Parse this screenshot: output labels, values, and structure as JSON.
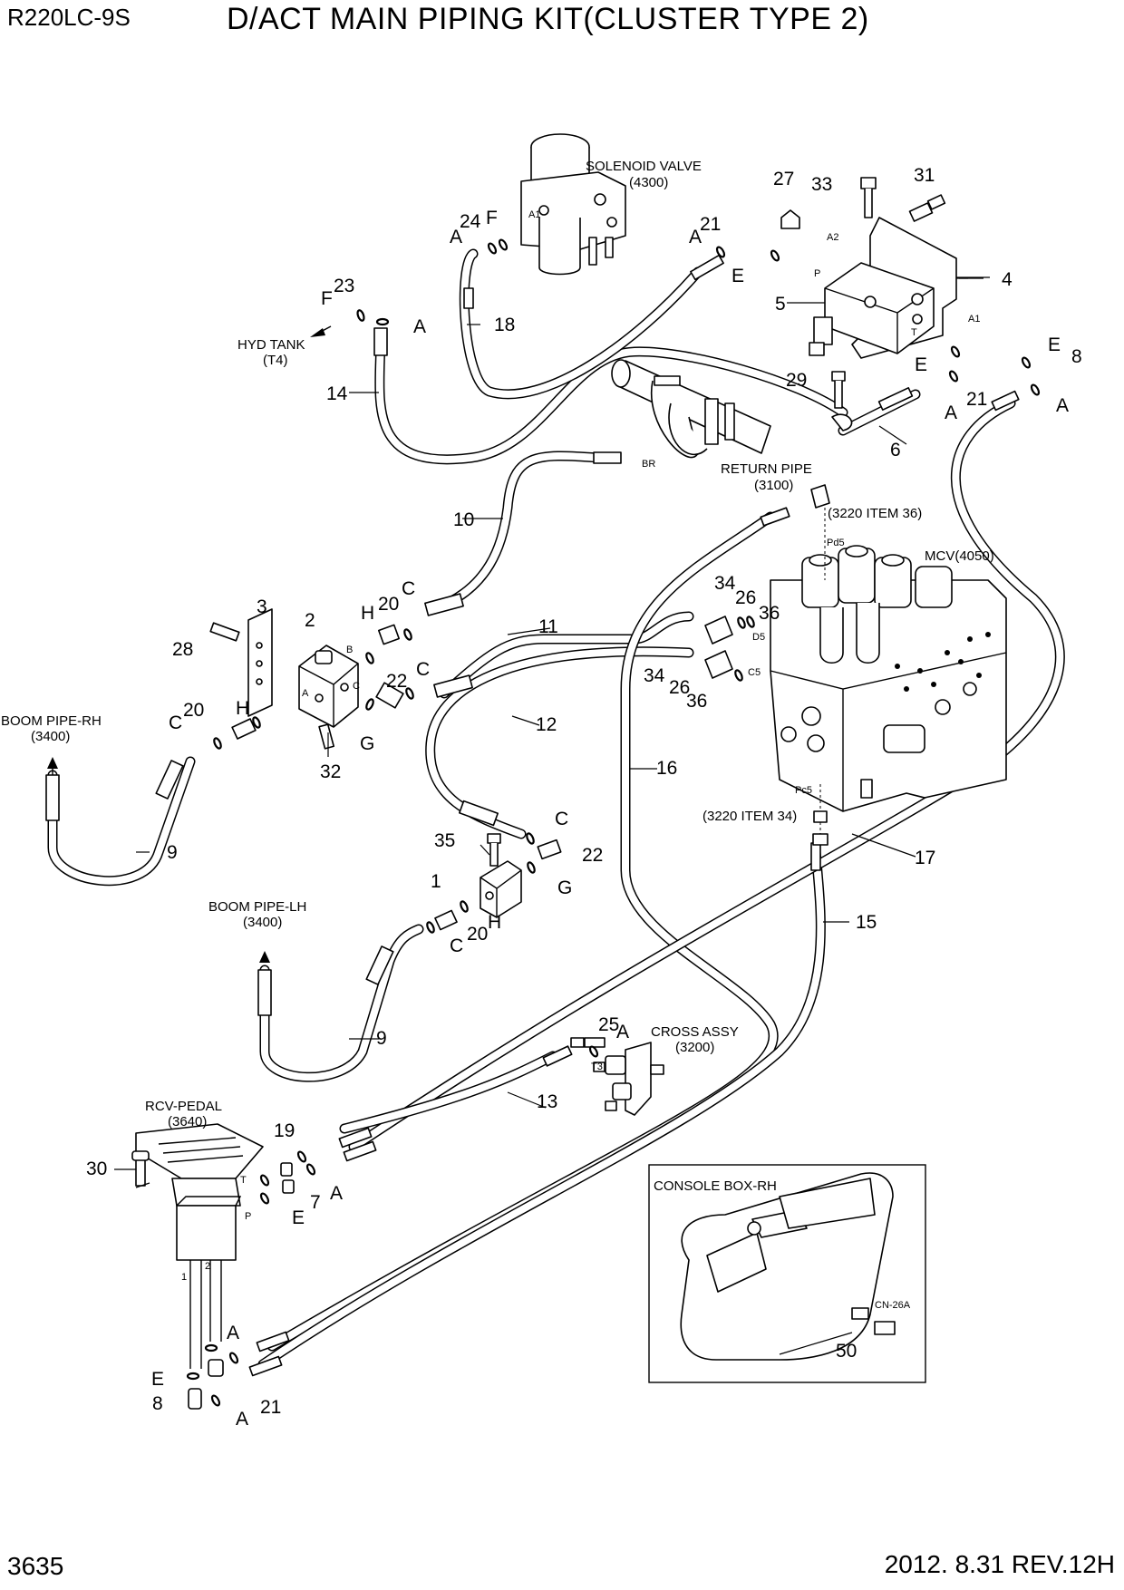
{
  "header": {
    "model": "R220LC-9S",
    "title": "D/ACT MAIN PIPING KIT(CLUSTER TYPE 2)"
  },
  "footer": {
    "page_number": "3635",
    "revision": "2012. 8.31  REV.12H"
  },
  "components": {
    "solenoid_valve": "SOLENOID VALVE",
    "solenoid_valve_ref": "(4300)",
    "hyd_tank": "HYD TANK",
    "hyd_tank_ref": "(T4)",
    "return_pipe": "RETURN PIPE",
    "return_pipe_ref": "(3100)",
    "item36_ref": "(3220 ITEM 36)",
    "item34_ref": "(3220 ITEM 34)",
    "mcv": "MCV(4050)",
    "boom_pipe_rh": "BOOM PIPE-RH",
    "boom_pipe_rh_ref": "(3400)",
    "boom_pipe_lh": "BOOM PIPE-LH",
    "boom_pipe_lh_ref": "(3400)",
    "cross_assy": "CROSS ASSY",
    "cross_assy_ref": "(3200)",
    "rcv_pedal": "RCV-PEDAL",
    "rcv_pedal_ref": "(3640)",
    "console_box": "CONSOLE BOX-RH",
    "connector": "CN-26A"
  },
  "port_labels": {
    "a1": "A1",
    "a2": "A2",
    "p": "P",
    "t": "T",
    "pd5": "Pd5",
    "d5": "D5",
    "c5": "C5",
    "pc5": "Pc5",
    "br": "BR",
    "b": "B",
    "c": "C",
    "a": "A",
    "t3": "T3",
    "one": "1",
    "two": "2"
  },
  "callouts": {
    "n1": "1",
    "n2": "2",
    "n3": "3",
    "n4": "4",
    "n5": "5",
    "n6": "6",
    "n7": "7",
    "n8": "8",
    "n9": "9",
    "n10": "10",
    "n11": "11",
    "n12": "12",
    "n13": "13",
    "n14": "14",
    "n15": "15",
    "n16": "16",
    "n17": "17",
    "n18": "18",
    "n19": "19",
    "n20": "20",
    "n21": "21",
    "n22": "22",
    "n23": "23",
    "n24": "24",
    "n25": "25",
    "n26": "26",
    "n27": "27",
    "n28": "28",
    "n29": "29",
    "n30": "30",
    "n31": "31",
    "n32": "32",
    "n33": "33",
    "n34": "34",
    "n35": "35",
    "n36": "36",
    "n50": "50",
    "A": "A",
    "C": "C",
    "E": "E",
    "F": "F",
    "G": "G",
    "H": "H"
  }
}
